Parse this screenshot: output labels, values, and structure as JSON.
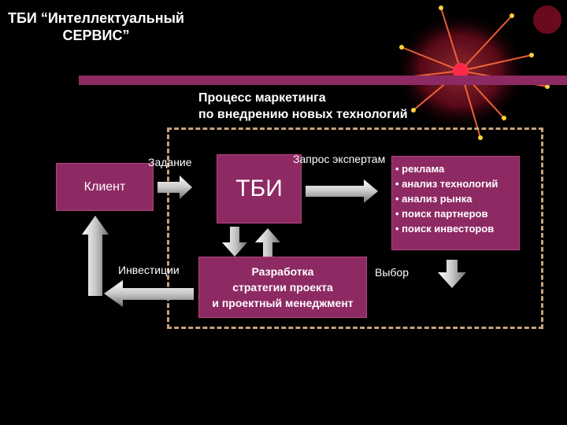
{
  "header": {
    "title": "ТБИ “Интеллектуальный\nСЕРВИС”",
    "subtitle": "Процесс маркетинга\nпо внедрению новых технологий"
  },
  "diagram": {
    "nodes": {
      "client": "Клиент",
      "tbi": "ТБИ",
      "development": "Разработка\nстратегии проекта\nи проектный менеджмент"
    },
    "activities": [
      "реклама",
      "анализ технологий",
      "анализ рынка",
      "поиск партнеров",
      "поиск инвесторов"
    ],
    "labels": {
      "task": "Задание",
      "expert_request": "Запрос экспертам",
      "investments": "Инвестиции",
      "choice": "Выбор"
    }
  },
  "colors": {
    "box": "#8e2a63",
    "dashed_frame": "#c7a27a",
    "arrow": "#d8d8d8"
  }
}
